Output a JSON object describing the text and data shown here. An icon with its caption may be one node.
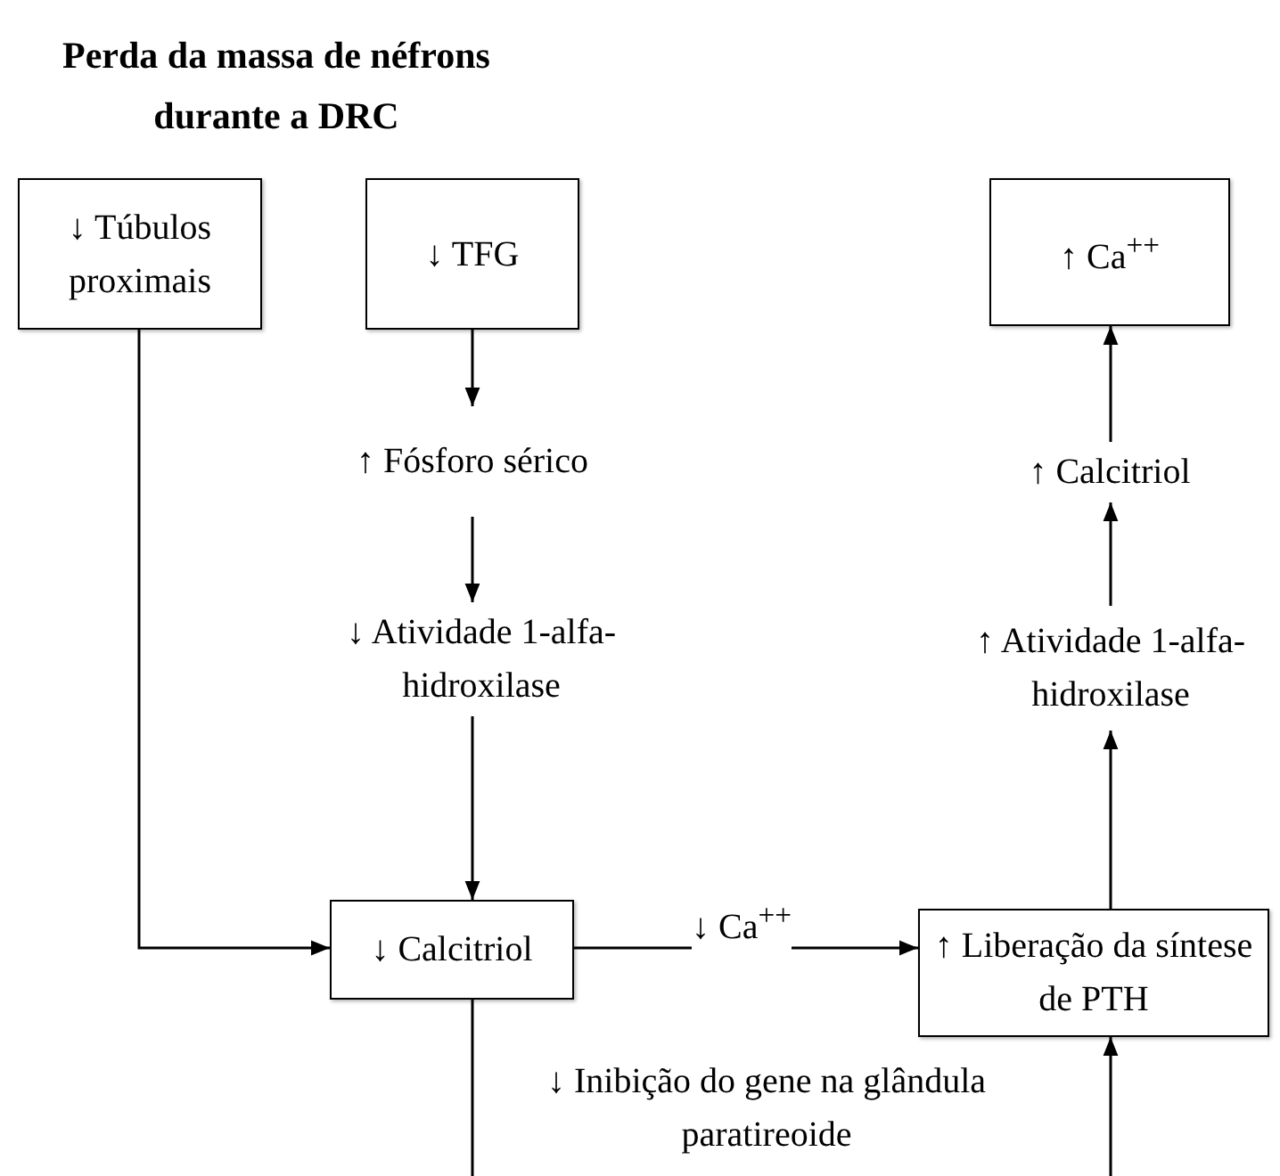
{
  "diagram": {
    "title": "Perda da massa de néfrons durante a DRC",
    "nodes": [
      {
        "text": [
          "↓ Túbulos proximais"
        ]
      },
      {
        "text": [
          "↓ TFG"
        ]
      },
      {
        "text": [
          "↑ Fósforo sérico"
        ]
      },
      {
        "text": [
          "↓ Atividade 1-alfa-hidroxilase"
        ]
      },
      {
        "text": [
          "↓ Calcitriol"
        ]
      },
      {
        "text": [
          "↑ Ca$^{++}$"
        ]
      },
      {
        "text": [
          "↑ Calcitriol"
        ]
      },
      {
        "text": [
          "↑ Atividade 1-alfa-hidroxilase"
        ]
      },
      {
        "text": [
          "↑ Liberação da síntese de PTH"
        ]
      }
    ],
    "edges": [
      {
        "from": 0,
        "to": 4,
        "arrow": "to"
      },
      {
        "from": 1,
        "to": 2,
        "arrow": "to"
      },
      {
        "from": 2,
        "to": 3,
        "arrow": "to"
      },
      {
        "from": 3,
        "to": 4,
        "arrow": "to"
      },
      {
        "from": 4,
        "to": 8,
        "arrow": "to",
        "label": "↓ Ca$^{++}$"
      },
      {
        "from": 8,
        "to": 7,
        "arrow": "to"
      },
      {
        "from": 7,
        "to": 6,
        "arrow": "to"
      },
      {
        "from": 6,
        "to": 5,
        "arrow": "to"
      },
      {
        "from": 4,
        "to": null,
        "arrow": "none"
      },
      {
        "from": null,
        "to": 8,
        "arrow": "to"
      }
    ],
    "labels": [
      "↓ Inibição do gene na glândula paratireoide"
    ]
  }
}
